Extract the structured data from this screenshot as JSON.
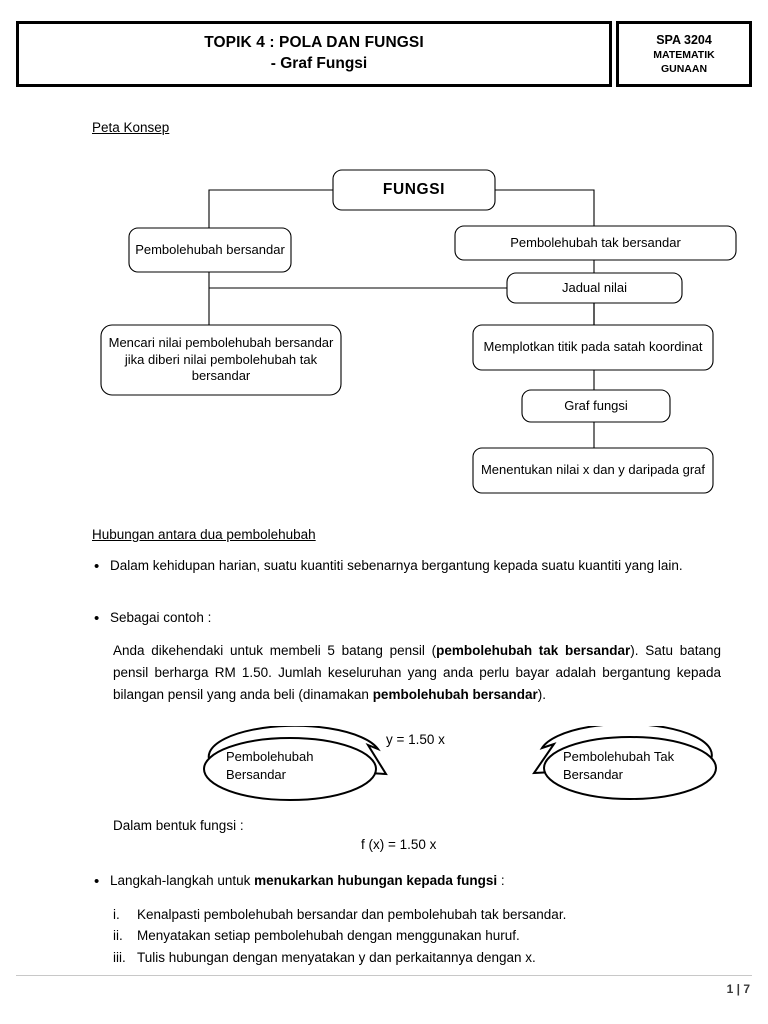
{
  "header": {
    "title_line1": "TOPIK 4 : POLA DAN FUNGSI",
    "title_line2": "-   Graf Fungsi",
    "code": "SPA 3204",
    "subject_line1": "MATEMATIK",
    "subject_line2": "GUNAAN"
  },
  "sections": {
    "concept_map_heading": "Peta Konsep",
    "relation_heading": "Hubungan antara dua pembolehubah"
  },
  "concept_map": {
    "nodes": [
      {
        "id": "fungsi",
        "label": "FUNGSI"
      },
      {
        "id": "pembolehubah-bersandar",
        "label": "Pembolehubah bersandar"
      },
      {
        "id": "pembolehubah-tak-bersandar",
        "label": "Pembolehubah tak bersandar"
      },
      {
        "id": "jadual-nilai",
        "label": "Jadual nilai"
      },
      {
        "id": "mencari-nilai",
        "label": "Mencari nilai pembolehubah bersandar jika diberi nilai pembolehubah tak bersandar"
      },
      {
        "id": "memplotkan-titik",
        "label": "Memplotkan titik pada satah koordinat"
      },
      {
        "id": "graf-fungsi",
        "label": "Graf fungsi"
      },
      {
        "id": "menentukan-nilai",
        "label": "Menentukan nilai x dan y daripada graf"
      }
    ]
  },
  "body": {
    "bullet_1": "Dalam kehidupan harian, suatu kuantiti sebenarnya bergantung kepada suatu kuantiti yang lain.",
    "bullet_2": "Sebagai contoh :",
    "example_paragraph": {
      "part1": "Anda dikehendaki untuk membeli 5 batang pensil (",
      "bold1": "pembolehubah tak bersandar",
      "part2": "). Satu batang pensil  berharga RM 1.50. Jumlah keseluruhan yang anda perlu bayar adalah bergantung kepada bilangan pensil yang anda beli (dinamakan ",
      "bold2": "pembolehubah bersandar",
      "part3": ")."
    },
    "relation_formula": "y = 1.50 x",
    "callout_left": "Pembolehubah Bersandar",
    "callout_right": "Pembolehubah Tak Bersandar",
    "dalam_bentuk_fungsi": "Dalam bentuk fungsi :",
    "function_formula": "f (x) = 1.50 x",
    "bullet_3": {
      "prefix": "Langkah-langkah untuk ",
      "bold": "menukarkan hubungan kepada fungsi",
      "suffix": " :"
    },
    "steps": [
      {
        "num": "i.",
        "label": "Kenalpasti pembolehubah bersandar dan pembolehubah tak bersandar."
      },
      {
        "num": "ii.",
        "label": "Menyatakan setiap pembolehubah dengan menggunakan huruf."
      },
      {
        "num": "iii.",
        "label": "Tulis hubungan dengan menyatakan y dan perkaitannya dengan x."
      }
    ]
  },
  "footer": {
    "page": "1 | 7"
  },
  "colors": {
    "text": "#000000",
    "rule": "#c8c8c8",
    "page_number": "#3a3a3a"
  }
}
